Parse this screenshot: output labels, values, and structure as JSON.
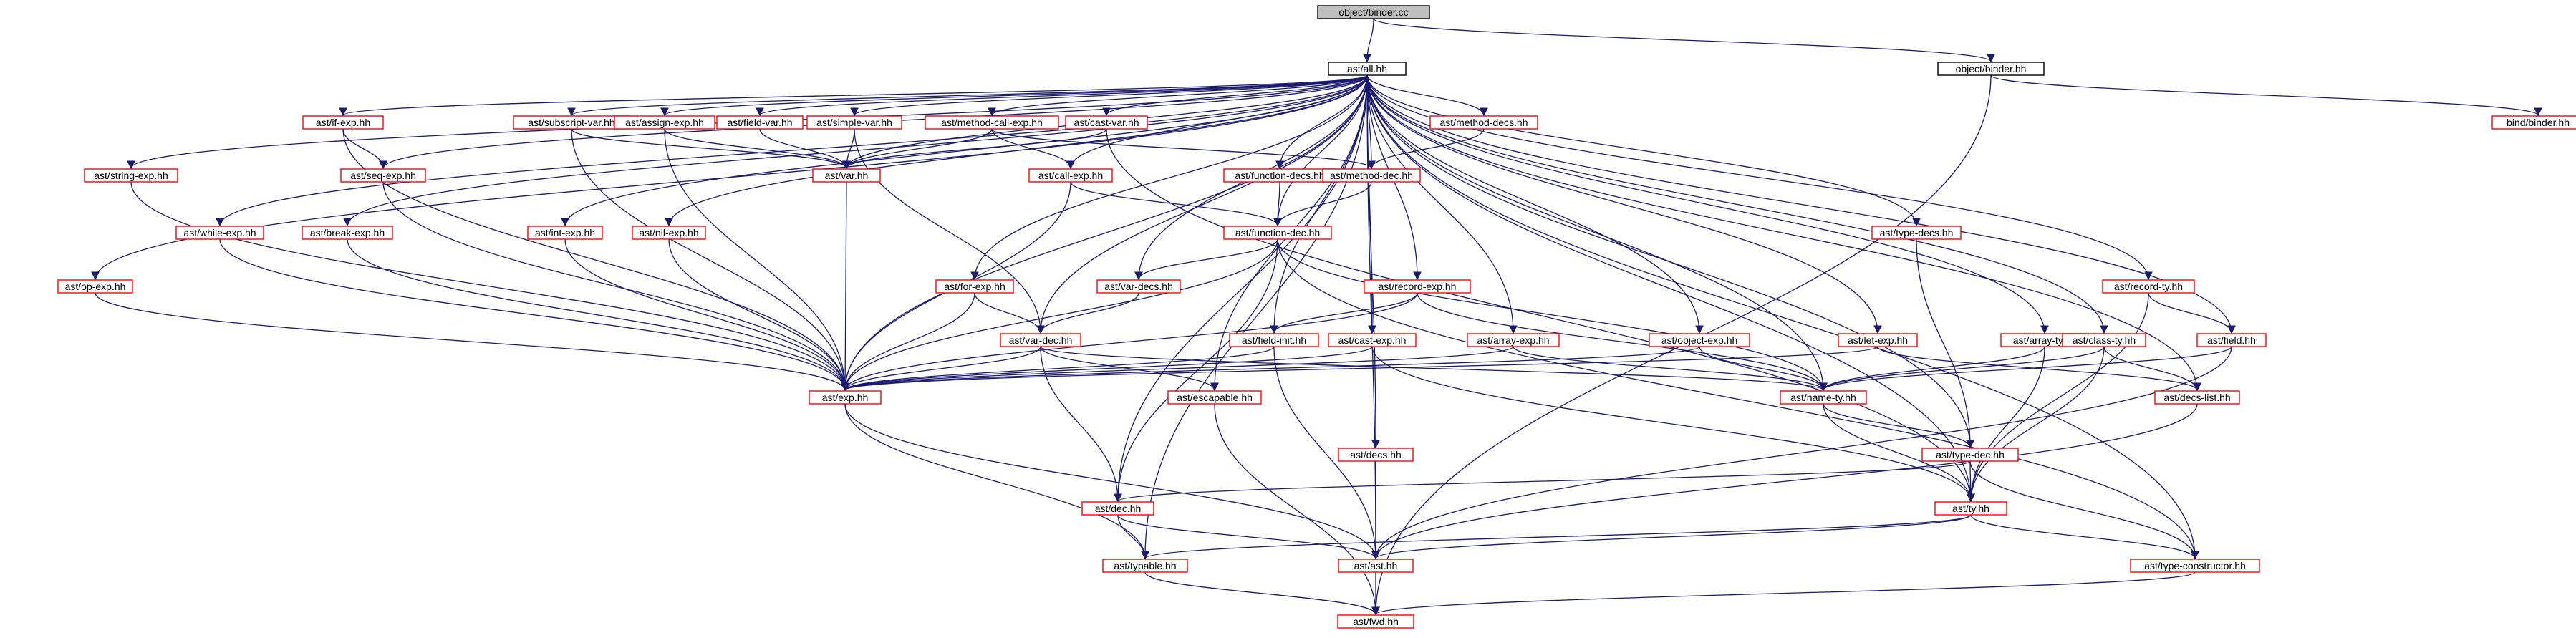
{
  "diagram": {
    "type": "include-dependency-graph",
    "colors": {
      "root_fill": "#bfbfbf",
      "root_stroke": "#000000",
      "node_stroke": "#ff0000",
      "plain_stroke": "#000000",
      "edge": "#191970"
    },
    "nodes": [
      {
        "id": "root",
        "label": "object/binder.cc",
        "style": "root"
      },
      {
        "id": "all",
        "label": "ast/all.hh",
        "style": "plain"
      },
      {
        "id": "objbinder",
        "label": "object/binder.hh",
        "style": "plain"
      },
      {
        "id": "bindbinder",
        "label": "bind/binder.hh",
        "style": "red"
      },
      {
        "id": "ifexp",
        "label": "ast/if-exp.hh",
        "style": "red"
      },
      {
        "id": "subscriptvar",
        "label": "ast/subscript-var.hh",
        "style": "red"
      },
      {
        "id": "assignexp",
        "label": "ast/assign-exp.hh",
        "style": "red"
      },
      {
        "id": "fieldvar",
        "label": "ast/field-var.hh",
        "style": "red"
      },
      {
        "id": "simplevar",
        "label": "ast/simple-var.hh",
        "style": "red"
      },
      {
        "id": "methodcallexp",
        "label": "ast/method-call-exp.hh",
        "style": "red"
      },
      {
        "id": "castvar",
        "label": "ast/cast-var.hh",
        "style": "red"
      },
      {
        "id": "methoddecs",
        "label": "ast/method-decs.hh",
        "style": "red"
      },
      {
        "id": "stringexp",
        "label": "ast/string-exp.hh",
        "style": "red"
      },
      {
        "id": "seqexp",
        "label": "ast/seq-exp.hh",
        "style": "red"
      },
      {
        "id": "varhh",
        "label": "ast/var.hh",
        "style": "red"
      },
      {
        "id": "callexp",
        "label": "ast/call-exp.hh",
        "style": "red"
      },
      {
        "id": "functiondecs",
        "label": "ast/function-decs.hh",
        "style": "red"
      },
      {
        "id": "methoddec",
        "label": "ast/method-dec.hh",
        "style": "red"
      },
      {
        "id": "whileexp",
        "label": "ast/while-exp.hh",
        "style": "red"
      },
      {
        "id": "breakexp",
        "label": "ast/break-exp.hh",
        "style": "red"
      },
      {
        "id": "intexp",
        "label": "ast/int-exp.hh",
        "style": "red"
      },
      {
        "id": "nilexp",
        "label": "ast/nil-exp.hh",
        "style": "red"
      },
      {
        "id": "functiondec",
        "label": "ast/function-dec.hh",
        "style": "red"
      },
      {
        "id": "typedecs",
        "label": "ast/type-decs.hh",
        "style": "red"
      },
      {
        "id": "opexp",
        "label": "ast/op-exp.hh",
        "style": "red"
      },
      {
        "id": "forexp",
        "label": "ast/for-exp.hh",
        "style": "red"
      },
      {
        "id": "vardecs",
        "label": "ast/var-decs.hh",
        "style": "red"
      },
      {
        "id": "recordexp",
        "label": "ast/record-exp.hh",
        "style": "red"
      },
      {
        "id": "recordty",
        "label": "ast/record-ty.hh",
        "style": "red"
      },
      {
        "id": "vardec",
        "label": "ast/var-dec.hh",
        "style": "red"
      },
      {
        "id": "fieldinit",
        "label": "ast/field-init.hh",
        "style": "red"
      },
      {
        "id": "castexp",
        "label": "ast/cast-exp.hh",
        "style": "red"
      },
      {
        "id": "arrayexp",
        "label": "ast/array-exp.hh",
        "style": "red"
      },
      {
        "id": "objectexp",
        "label": "ast/object-exp.hh",
        "style": "red"
      },
      {
        "id": "letexp",
        "label": "ast/let-exp.hh",
        "style": "red"
      },
      {
        "id": "arrayty",
        "label": "ast/array-ty.hh",
        "style": "red"
      },
      {
        "id": "classty",
        "label": "ast/class-ty.hh",
        "style": "red"
      },
      {
        "id": "fieldhh",
        "label": "ast/field.hh",
        "style": "red"
      },
      {
        "id": "exphh",
        "label": "ast/exp.hh",
        "style": "red"
      },
      {
        "id": "escapable",
        "label": "ast/escapable.hh",
        "style": "red"
      },
      {
        "id": "namety",
        "label": "ast/name-ty.hh",
        "style": "red"
      },
      {
        "id": "decslist",
        "label": "ast/decs-list.hh",
        "style": "red"
      },
      {
        "id": "decshh",
        "label": "ast/decs.hh",
        "style": "red"
      },
      {
        "id": "typedec",
        "label": "ast/type-dec.hh",
        "style": "red"
      },
      {
        "id": "dechh",
        "label": "ast/dec.hh",
        "style": "red"
      },
      {
        "id": "tyhh",
        "label": "ast/ty.hh",
        "style": "red"
      },
      {
        "id": "typable",
        "label": "ast/typable.hh",
        "style": "red"
      },
      {
        "id": "asthh",
        "label": "ast/ast.hh",
        "style": "red"
      },
      {
        "id": "typeconstructor",
        "label": "ast/type-constructor.hh",
        "style": "red"
      },
      {
        "id": "fwdhh",
        "label": "ast/fwd.hh",
        "style": "red"
      }
    ]
  }
}
